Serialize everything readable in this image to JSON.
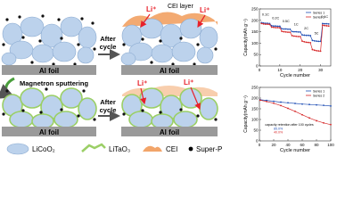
{
  "labels": {
    "al_foil": "Al foil",
    "after": "After",
    "cycle": "cycle",
    "magnetron": "Magnetron sputtering",
    "cei_layer": "CEI layer",
    "li_plus": "Li⁺"
  },
  "legend": {
    "items": [
      {
        "label": "LiCoO₂",
        "color": "#bcd2ec"
      },
      {
        "label": "LiTaO₃",
        "color": "#9bcf66"
      },
      {
        "label": "CEI",
        "color": "#f2a56a"
      },
      {
        "label": "Super-P",
        "color": "#000000"
      }
    ]
  },
  "colors": {
    "foil": "#9a9a9a",
    "particle": "#bcd2ec",
    "particle_edge": "#8aaad0",
    "cei": "#f2a56a",
    "litao3": "#9bcf66",
    "li_red": "#e8202a",
    "series_red": "#d62728",
    "series_blue": "#1f4eb4"
  },
  "chart_data": [
    {
      "type": "line",
      "xlabel": "Cycle number",
      "ylabel": "Capacity(mAh g⁻¹)",
      "legend": [
        "Series 1",
        "Series 2"
      ],
      "xlim": [
        0,
        35
      ],
      "ylim": [
        0,
        250
      ],
      "xticks": [
        0,
        10,
        20,
        30
      ],
      "yticks": [
        0,
        50,
        100,
        150,
        200,
        250
      ],
      "rate_labels": [
        "0.1C",
        "0.2C",
        "0.5C",
        "1C",
        "2C",
        "5C",
        "0.1C"
      ],
      "series": [
        {
          "values": [
            [
              1,
              190
            ],
            [
              2,
              188
            ],
            [
              3,
              187
            ],
            [
              4,
              187
            ],
            [
              5,
              186
            ],
            [
              6,
              176
            ],
            [
              7,
              175
            ],
            [
              8,
              175
            ],
            [
              9,
              174
            ],
            [
              10,
              174
            ],
            [
              11,
              163
            ],
            [
              12,
              162
            ],
            [
              13,
              162
            ],
            [
              14,
              161
            ],
            [
              15,
              161
            ],
            [
              16,
              151
            ],
            [
              17,
              150
            ],
            [
              18,
              150
            ],
            [
              19,
              149
            ],
            [
              20,
              149
            ],
            [
              21,
              136
            ],
            [
              22,
              135
            ],
            [
              23,
              134
            ],
            [
              24,
              134
            ],
            [
              25,
              133
            ],
            [
              26,
              112
            ],
            [
              27,
              110
            ],
            [
              28,
              109
            ],
            [
              29,
              108
            ],
            [
              30,
              108
            ],
            [
              31,
              186
            ],
            [
              32,
              185
            ],
            [
              33,
              185
            ],
            [
              34,
              184
            ]
          ]
        },
        {
          "values": [
            [
              1,
              186
            ],
            [
              2,
              184
            ],
            [
              3,
              183
            ],
            [
              4,
              183
            ],
            [
              5,
              182
            ],
            [
              6,
              170
            ],
            [
              7,
              169
            ],
            [
              8,
              168
            ],
            [
              9,
              168
            ],
            [
              10,
              167
            ],
            [
              11,
              152
            ],
            [
              12,
              150
            ],
            [
              13,
              149
            ],
            [
              14,
              148
            ],
            [
              15,
              148
            ],
            [
              16,
              133
            ],
            [
              17,
              131
            ],
            [
              18,
              130
            ],
            [
              19,
              129
            ],
            [
              20,
              129
            ],
            [
              21,
              109
            ],
            [
              22,
              106
            ],
            [
              23,
              104
            ],
            [
              24,
              103
            ],
            [
              25,
              102
            ],
            [
              26,
              72
            ],
            [
              27,
              69
            ],
            [
              28,
              67
            ],
            [
              29,
              66
            ],
            [
              30,
              65
            ],
            [
              31,
              179
            ],
            [
              32,
              177
            ],
            [
              33,
              176
            ],
            [
              34,
              175
            ]
          ]
        }
      ]
    },
    {
      "type": "line",
      "xlabel": "Cycle number",
      "ylabel": "Capacity(mAh g⁻¹)",
      "legend": [
        "Series 1",
        "Series 2"
      ],
      "xlim": [
        0,
        100
      ],
      "ylim": [
        0,
        250
      ],
      "xticks": [
        0,
        20,
        40,
        60,
        80,
        100
      ],
      "yticks": [
        0,
        50,
        100,
        150,
        200,
        250
      ],
      "annotation": "capacity retention after 100 cycles",
      "retention_labels": [
        "85.0%",
        "40.0%"
      ],
      "series": [
        {
          "values": [
            [
              1,
              192
            ],
            [
              10,
              189
            ],
            [
              20,
              185
            ],
            [
              30,
              181
            ],
            [
              40,
              178
            ],
            [
              50,
              175
            ],
            [
              60,
              172
            ],
            [
              70,
              170
            ],
            [
              80,
              168
            ],
            [
              90,
              166
            ],
            [
              100,
              163
            ]
          ]
        },
        {
          "values": [
            [
              1,
              190
            ],
            [
              10,
              184
            ],
            [
              20,
              176
            ],
            [
              30,
              165
            ],
            [
              40,
              152
            ],
            [
              50,
              138
            ],
            [
              60,
              122
            ],
            [
              70,
              107
            ],
            [
              80,
              94
            ],
            [
              90,
              84
            ],
            [
              100,
              76
            ]
          ]
        }
      ]
    }
  ]
}
